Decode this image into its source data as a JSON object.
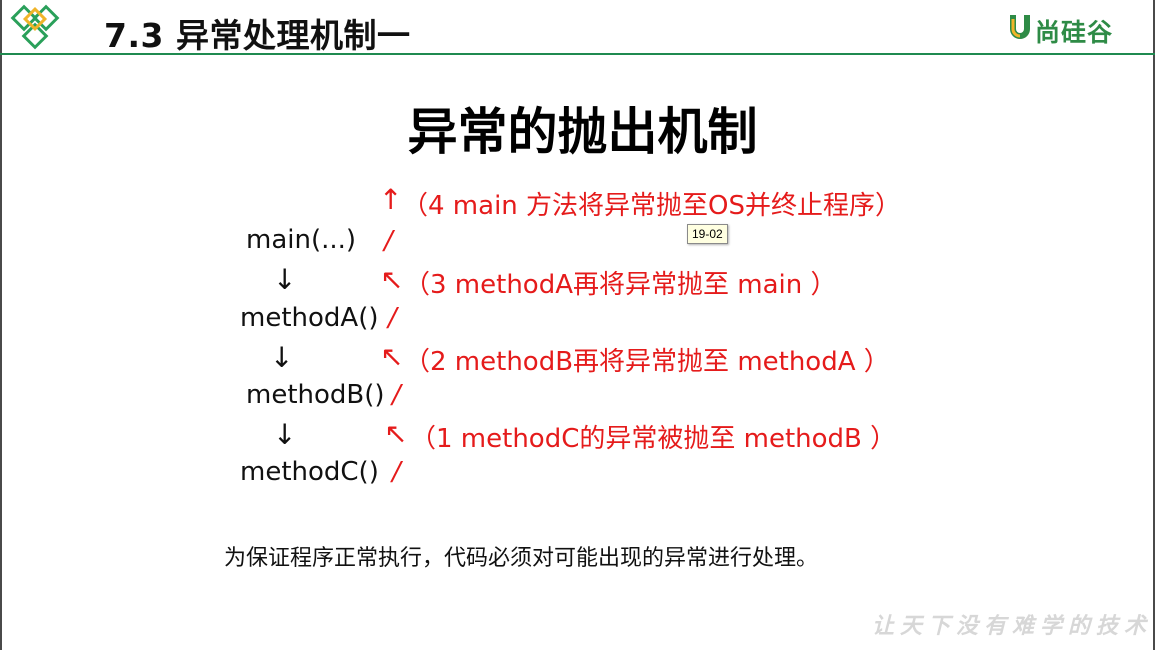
{
  "header": {
    "title": "7.3 异常处理机制一",
    "brand_name": "尚硅谷",
    "accent_color": "#1f8a50"
  },
  "main": {
    "heading": "异常的抛出机制",
    "call_stack": [
      "main(...)",
      "methodA()",
      "methodB()",
      "methodC()"
    ],
    "down_arrow": "↓",
    "slash": "/",
    "up_arrow": "↑",
    "nw_arrow": "↖",
    "notes": [
      "（4 main 方法将异常抛至OS并终止程序）",
      "（3 methodA再将异常抛至 main ）",
      "（2 methodB再将异常抛至 methodA ）",
      "（1 methodC的异常被抛至 methodB ）"
    ],
    "note_color": "#e51b1b",
    "tooltip": "19-02",
    "conclusion": "为保证程序正常执行，代码必须对可能出现的异常进行处理。"
  },
  "footer": {
    "slogan": "让天下没有难学的技术"
  }
}
